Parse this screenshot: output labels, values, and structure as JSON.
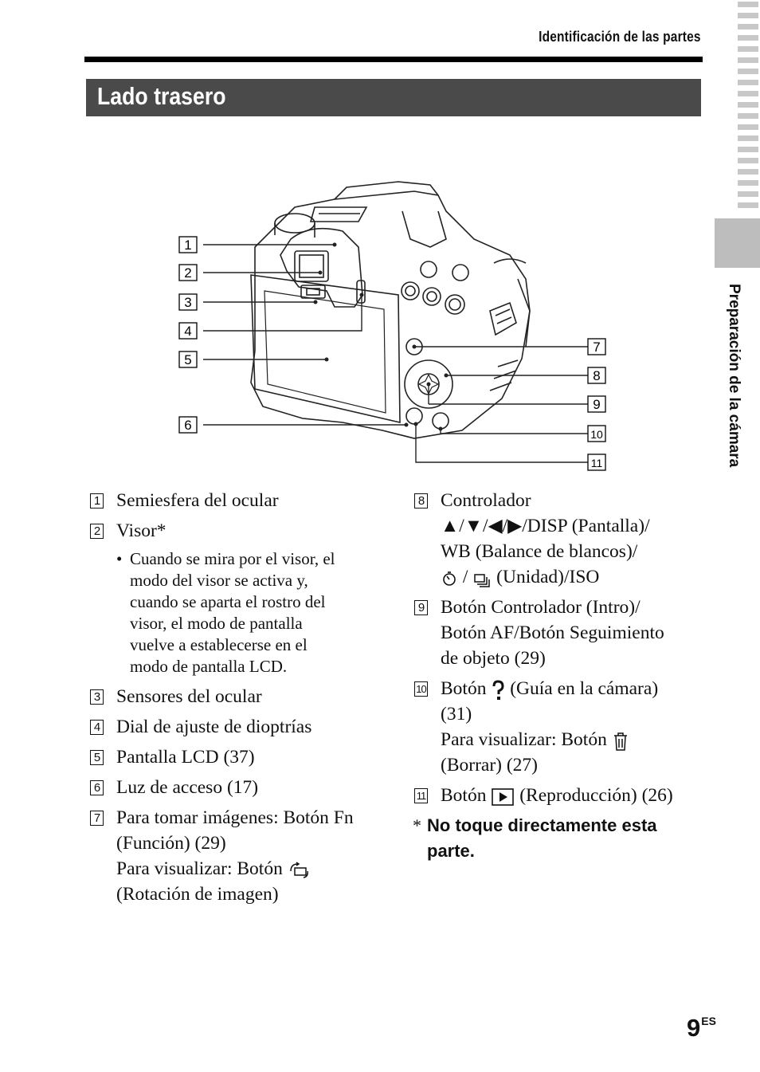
{
  "header": {
    "running_title": "Identificación de las partes"
  },
  "section": {
    "title": "Lado trasero"
  },
  "side_tab": {
    "label": "Preparación de la cámara"
  },
  "figure": {
    "callouts": [
      "1",
      "2",
      "3",
      "4",
      "5",
      "6",
      "7",
      "8",
      "9",
      "10",
      "11"
    ]
  },
  "left_items": [
    {
      "num": "1",
      "lines": [
        "Semiesfera del ocular"
      ]
    },
    {
      "num": "2",
      "lines": [
        "Visor*"
      ]
    },
    {
      "num": "3",
      "lines": [
        "Sensores del ocular"
      ]
    },
    {
      "num": "4",
      "lines": [
        "Dial de ajuste de dioptrías"
      ]
    },
    {
      "num": "5",
      "lines": [
        "Pantalla LCD (37)"
      ]
    },
    {
      "num": "6",
      "lines": [
        "Luz de acceso (17)"
      ]
    },
    {
      "num": "7",
      "lines": [
        "Para tomar imágenes: Botón Fn",
        "(Función) (29)",
        "Para visualizar: Botón",
        "(Rotación de imagen)"
      ]
    }
  ],
  "visor_note": {
    "bullet": "•",
    "lines": [
      "Cuando se mira por el visor, el",
      "modo del visor se activa y,",
      "cuando se aparta el rostro del",
      "visor, el modo de pantalla",
      "vuelve a establecerse en el",
      "modo de pantalla LCD."
    ]
  },
  "right_items": [
    {
      "num": "8",
      "lines": [
        "Controlador",
        "▲/▼/◀/▶/DISP (Pantalla)/",
        "WB (Balance de blancos)/",
        "(Unidad)/ISO"
      ]
    },
    {
      "num": "9",
      "lines": [
        "Botón Controlador (Intro)/",
        "Botón AF/Botón Seguimiento",
        "de objeto (29)"
      ]
    },
    {
      "num": "10",
      "lines": [
        "Botón",
        "(Guía en la cámara)",
        "(31)",
        "Para visualizar: Botón",
        "(Borrar) (27)"
      ]
    },
    {
      "num": "11",
      "lines": [
        "Botón",
        "(Reproducción) (26)"
      ]
    }
  ],
  "footnote": {
    "star": "*",
    "text": "No toque directamente esta parte."
  },
  "page": {
    "number": "9",
    "lang": "ES"
  }
}
